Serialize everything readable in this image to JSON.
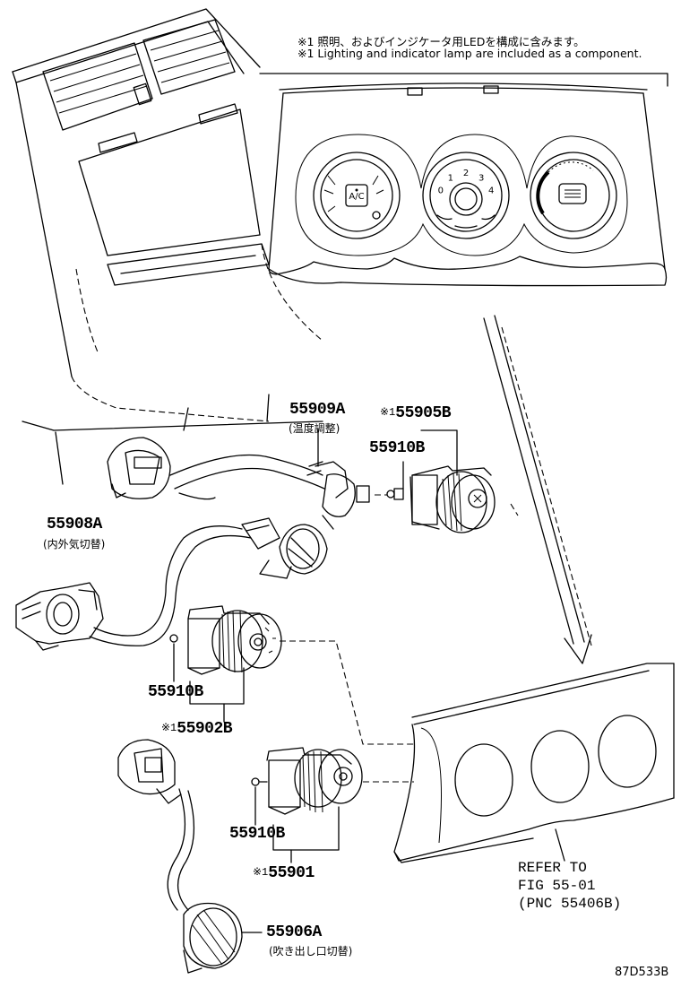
{
  "notes": {
    "jp": "※1 照明、およびインジケータ用LEDを構成に含みます。",
    "en": "※1 Lighting and indicator lamp are included as a component."
  },
  "panel_dial": {
    "left_label": "A/C",
    "fan_digits": [
      "0",
      "1",
      "2",
      "3",
      "4"
    ]
  },
  "parts": {
    "p55909A": {
      "number": "55909A",
      "desc": "(温度調整)"
    },
    "p55905B": {
      "prefix": "※1",
      "number": "55905B"
    },
    "p55910B_top": {
      "number": "55910B"
    },
    "p55908A": {
      "number": "55908A",
      "desc": "(内外気切替)"
    },
    "p55910B_mid": {
      "number": "55910B"
    },
    "p55902B": {
      "prefix": "※1",
      "number": "55902B"
    },
    "p55910B_bot": {
      "number": "55910B"
    },
    "p55901": {
      "prefix": "※1",
      "number": "55901"
    },
    "p55906A": {
      "number": "55906A",
      "desc": "(吹き出し口切替)"
    }
  },
  "reference": {
    "line1": "REFER TO",
    "line2": "FIG 55-01",
    "line3": "(PNC 55406B)"
  },
  "figure_code": "87D533B"
}
